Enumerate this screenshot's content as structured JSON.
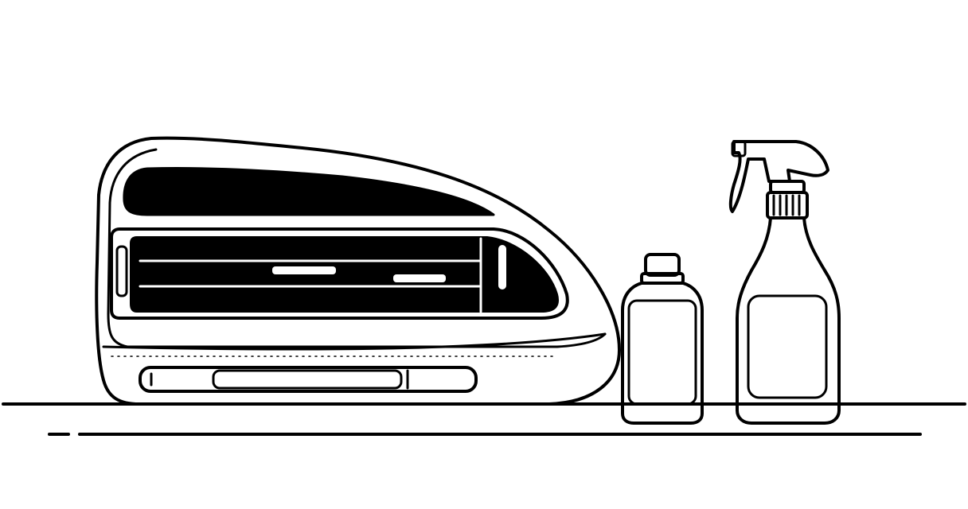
{
  "illustration": {
    "style": "black line art on white",
    "colors": {
      "ink": "#000000",
      "paper": "#ffffff"
    },
    "objects": [
      {
        "name": "car-air-vent-unit"
      },
      {
        "name": "small-bottle"
      },
      {
        "name": "spray-bottle"
      },
      {
        "name": "shelf-line"
      }
    ]
  }
}
